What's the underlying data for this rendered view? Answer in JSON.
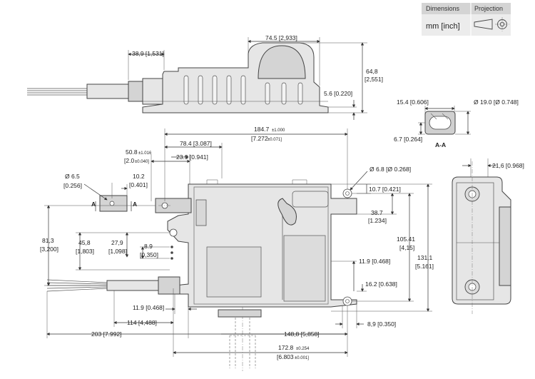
{
  "legend": {
    "col1": "Dimensions",
    "col2": "Projection",
    "units": "mm [inch]",
    "projection_icon": "first-angle-projection-icon"
  },
  "section": {
    "label": "A-A",
    "width": "15.4 [0.606]",
    "diameter": "Ø 19.0 [Ø 0.748]",
    "height": "6.7 [0.264]"
  },
  "side_view": {
    "dim_38_9": "38,9 [1,531]",
    "dim_74_5": "74.5 [2,933]",
    "dim_64_8": "64,8",
    "dim_64_8_in": "[2,551]",
    "dim_5_6": "5.6 [0.220]"
  },
  "front_view": {
    "dim_184_7": "184.7",
    "dim_184_7_tol": "±1.000",
    "dim_184_7_in": "[7.272",
    "dim_184_7_in_tol": "±0.071]",
    "dim_78_4": "78.4 [3.087]",
    "dim_50_8": "50.8",
    "dim_50_8_tol": "±1.016",
    "dim_50_8_in": "[2.0",
    "dim_50_8_in_tol": "±0.040]",
    "dim_23_9": "23.9 [0.941]",
    "dim_10_2": "10.2",
    "dim_10_2_in": "[0.401]",
    "dim_6_5": "Ø 6.5",
    "dim_6_5_in": "[0.256]",
    "dim_6_8": "Ø 6.8 [Ø 0.268]",
    "dim_10_7": "10.7 [0.421]",
    "dim_38_7": "38.7",
    "dim_38_7_in": "[1.234]",
    "dim_105_41": "105.41",
    "dim_105_41_in": "[4,15]",
    "dim_131_1": "131,1",
    "dim_131_1_in": "[5.161]",
    "dim_81_3": "81,3",
    "dim_81_3_in": "[3,200]",
    "dim_45_8": "45,8",
    "dim_45_8_in": "[1,803]",
    "dim_27_9": "27,9",
    "dim_27_9_in": "[1,098]",
    "dim_8_9": "8.9",
    "dim_8_9_in": "[0,350]",
    "dim_11_9_r": "11.9 [0.468]",
    "dim_16_2": "16.2 [0.638]",
    "dim_11_9_l": "11.9 [0.468]",
    "dim_114": "114 [4,488]",
    "dim_8_9_b": "8,9 [0.350]",
    "dim_203": "203 [7.992]",
    "dim_148_8": "148,8 [5,858]",
    "dim_172_8": "172.8",
    "dim_172_8_tol": "±0.254",
    "dim_172_8_in": "[6.803",
    "dim_172_8_in_tol": "±0.001]",
    "section_mark": "A"
  },
  "end_view": {
    "dim_21_6": "21,6 [0.968]"
  }
}
